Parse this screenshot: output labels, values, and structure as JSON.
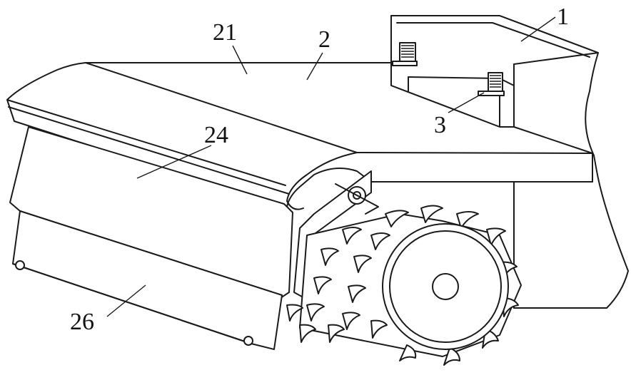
{
  "labels": {
    "l1": "1",
    "l2": "2",
    "l21": "21",
    "l3": "3",
    "l24": "24",
    "l26": "26"
  }
}
